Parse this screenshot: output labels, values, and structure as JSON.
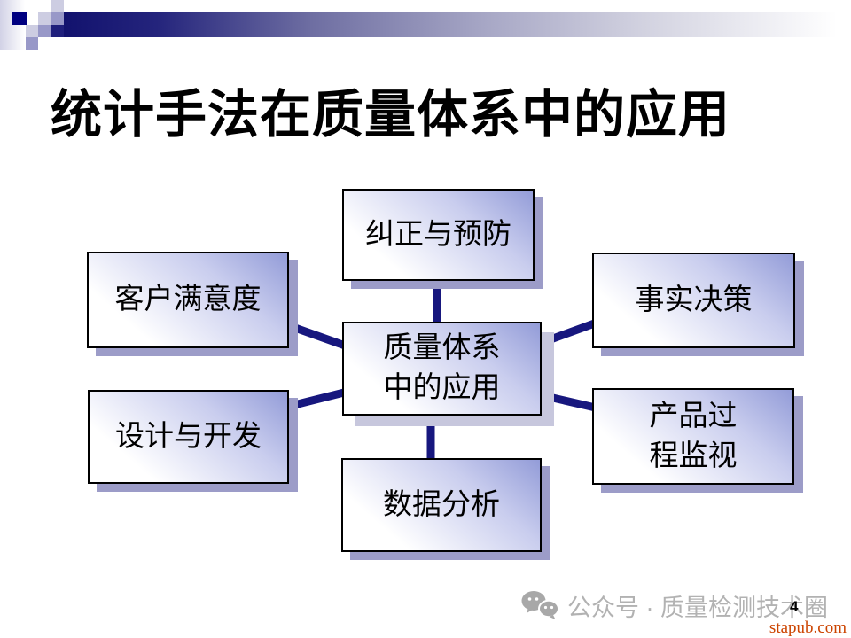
{
  "slide": {
    "title": "统计手法在质量体系中的应用",
    "page_number": "4"
  },
  "diagram": {
    "center": {
      "label": "质量体系\n中的应用"
    },
    "nodes": [
      {
        "id": "top",
        "label": "纠正与预防"
      },
      {
        "id": "left-top",
        "label": "客户满意度"
      },
      {
        "id": "right-top",
        "label": "事实决策"
      },
      {
        "id": "left-bottom",
        "label": "设计与开发"
      },
      {
        "id": "right-bottom",
        "label": "产品过\n程监视"
      },
      {
        "id": "bottom",
        "label": "数据分析"
      }
    ]
  },
  "footer": {
    "watermark": "公众号 · 质量检测技术圈",
    "wechat_icon": "wechat-bubbles-icon",
    "site": "stapub.com"
  },
  "colors": {
    "connector_navy": "#17177e",
    "banner_dark_navy": "#12126e",
    "corner_square_navy": "#000080",
    "box_gradient_top": "#939cd8",
    "satellite_shadow": "#9c9cc8",
    "center_shadow": "#c7c7dd",
    "watermark_gray": "#b2b2b2",
    "site_red": "#cc4400"
  }
}
